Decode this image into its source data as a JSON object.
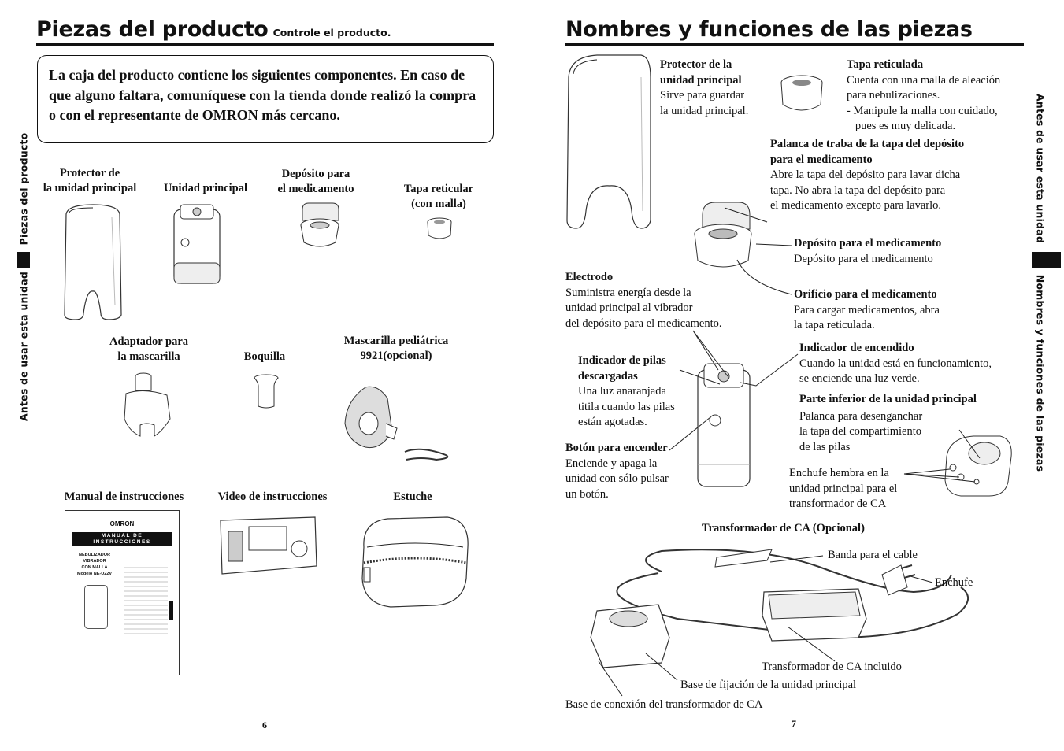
{
  "left_page": {
    "title": "Piezas del producto",
    "subtitle": "Controle el producto.",
    "intro": "La caja del producto contiene los siguientes componentes. En caso de que alguno faltara, comuníquese con la tienda donde realizó la compra o con el representante de OMRON más cercano.",
    "items": {
      "protector": [
        "Protector de",
        "la unidad principal"
      ],
      "unidad": "Unidad principal",
      "deposito": [
        "Depósito para",
        "el medicamento"
      ],
      "tapa": [
        "Tapa reticular",
        "(con malla)"
      ],
      "adaptador": [
        "Adaptador para",
        "la mascarilla"
      ],
      "boquilla": "Boquilla",
      "mascarilla": [
        "Mascarilla pediátrica",
        "9921(opcional)"
      ],
      "manual": "Manual de instrucciones",
      "video": "Video de instrucciones",
      "estuche": "Estuche"
    },
    "manual_cover": {
      "brand": "OMRON",
      "band": [
        "MANUAL DE",
        "INSTRUCCIONES"
      ],
      "product": [
        "NEBULIZADOR",
        "VIBRADOR",
        "CON MALLA"
      ],
      "model": "Modelo NE-U22V"
    },
    "side_tab": {
      "section": "Antes de usar esta unidad",
      "chapter": "Piezas del producto"
    },
    "page_number": "6"
  },
  "right_page": {
    "title": "Nombres y funciones de las piezas",
    "callouts": {
      "protector": {
        "title": [
          "Protector de la",
          "unidad principal"
        ],
        "lines": [
          "Sirve para guardar",
          "la unidad principal."
        ]
      },
      "tapa": {
        "title": [
          "Tapa reticulada"
        ],
        "lines": [
          "Cuenta con una malla de aleación",
          "para nebulizaciones.",
          "- Manipule la malla con cuidado,",
          "   pues es muy delicada."
        ]
      },
      "palanca": {
        "title": [
          "Palanca de traba de la tapa del depósito",
          "para el medicamento"
        ],
        "lines": [
          "Abre la tapa del depósito para lavar dicha",
          "tapa. No abra la tapa del depósito para",
          "el medicamento excepto para lavarlo."
        ]
      },
      "deposito": {
        "title": [
          "Depósito para el medicamento"
        ],
        "lines": [
          "Depósito para el medicamento"
        ]
      },
      "electrodo": {
        "title": [
          "Electrodo"
        ],
        "lines": [
          "Suministra energía desde la",
          "unidad principal al vibrador",
          "del depósito para el medicamento."
        ]
      },
      "orificio": {
        "title": [
          "Orificio para el medicamento"
        ],
        "lines": [
          "Para cargar medicamentos, abra",
          "la tapa reticulada."
        ]
      },
      "indicador_pilas": {
        "title": [
          "Indicador de pilas",
          "descargadas"
        ],
        "lines": [
          "Una luz anaranjada",
          "titila cuando las pilas",
          "están agotadas."
        ]
      },
      "indicador_encendido": {
        "title": [
          "Indicador de encendido"
        ],
        "lines": [
          "Cuando la unidad está en funcionamiento,",
          "se enciende una luz verde."
        ]
      },
      "parte_inferior": {
        "title": [
          "Parte inferior de la unidad principal"
        ],
        "lines": [
          "Palanca para desenganchar",
          "la tapa del compartimiento",
          "de las pilas"
        ]
      },
      "boton": {
        "title": [
          "Botón para encender"
        ],
        "lines": [
          "Enciende y apaga la",
          "unidad con sólo pulsar",
          "un botón."
        ]
      },
      "enchufe_hembra": {
        "title": [],
        "lines": [
          "Enchufe hembra en la",
          "unidad principal para el",
          "transformador de CA"
        ]
      }
    },
    "transformer": {
      "heading": "Transformador de CA (Opcional)",
      "banda": "Banda para el cable",
      "enchufe": "Enchufe",
      "incluido": "Transformador de CA incluido",
      "base_fijacion": "Base de fijación de la unidad principal",
      "base_conexion": "Base de conexión del transformador de CA"
    },
    "side_tab": {
      "section": "Antes de usar esta unidad",
      "chapter": "Nombres y funciones de las piezas"
    },
    "page_number": "7"
  }
}
